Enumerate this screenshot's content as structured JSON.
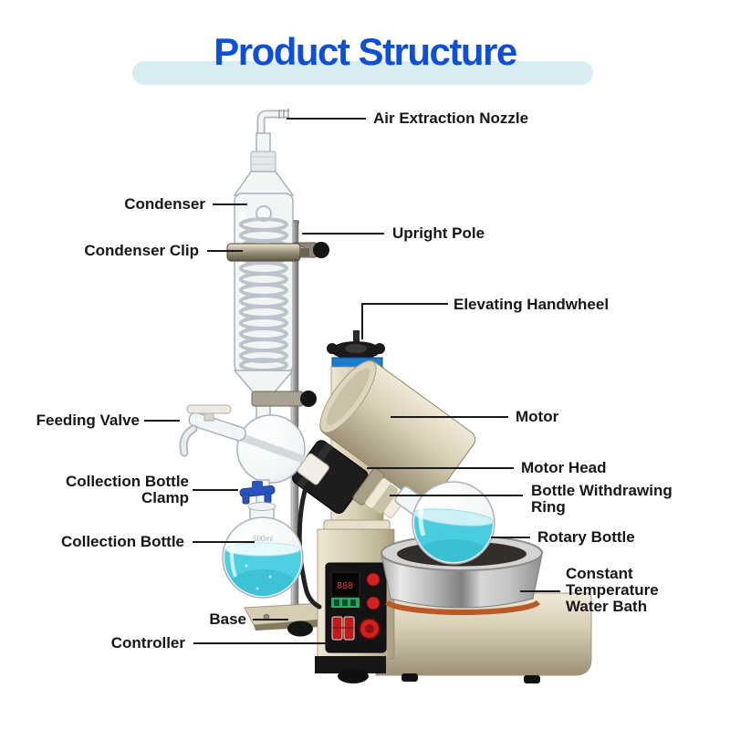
{
  "title": "Product Structure",
  "labels": {
    "air_extraction_nozzle": "Air Extraction Nozzle",
    "condenser": "Condenser",
    "condenser_clip": "Condenser Clip",
    "upright_pole": "Upright Pole",
    "elevating_handwheel": "Elevating Handwheel",
    "feeding_valve": "Feeding Valve",
    "motor": "Motor",
    "motor_head": "Motor Head",
    "bottle_withdrawing_ring": "Bottle Withdrawing Ring",
    "collection_bottle_clamp": "Collection Bottle Clamp",
    "collection_bottle": "Collection Bottle",
    "rotary_bottle": "Rotary Bottle",
    "constant_temperature_water_bath": "Constant Temperature Water Bath",
    "base": "Base",
    "controller": "Controller"
  },
  "markings": {
    "collection_bottle_volume": "500ml",
    "controller_display": "888"
  },
  "colors": {
    "title_text": "#0b4fdb",
    "title_band": "#d8edf2",
    "label_text": "#161616",
    "leader_line": "#1a1a1a",
    "liquid_cyan": "#4fd0e2",
    "machine_beige": "#d6cdb2",
    "lift_column_band_blue": "#1b7cce",
    "heater_ring_orange": "#b85a28",
    "bottle_clamp_blue": "#2a54bd"
  }
}
